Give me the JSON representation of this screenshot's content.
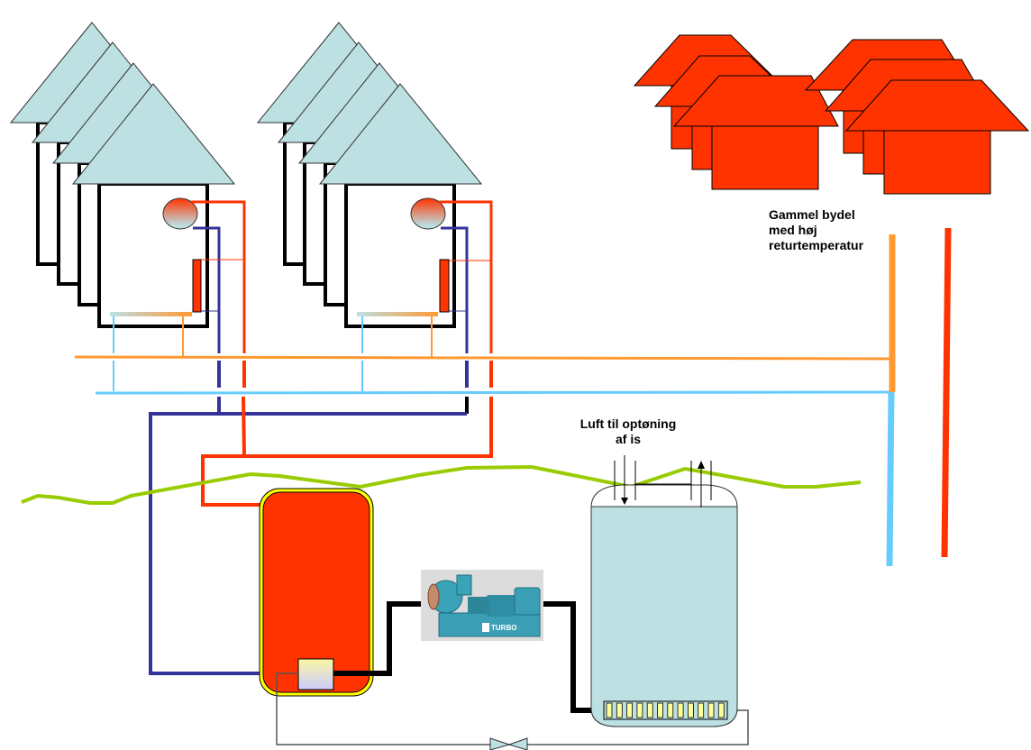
{
  "labels": {
    "old_district": [
      "Gammel bydel",
      "med høj",
      "returtemperatur"
    ],
    "air_for_deicing": [
      "Luft til optøning",
      "af is"
    ],
    "pump_brand": "TURBO"
  },
  "colors": {
    "roof_blue": "#bde0e3",
    "house_red": "#ff3300",
    "pipe_orange": "#ff9933",
    "pipe_lightblue": "#66ccff",
    "pipe_navy": "#333399",
    "pipe_red": "#ff3300",
    "ground_green": "#99cc00",
    "tank_yellow": "#ffff00",
    "ice_tank": "#bde0e3",
    "pump_teal": "#3a9fb5"
  },
  "components": {
    "house_groups": [
      "low-temp-house-group-1",
      "low-temp-house-group-2",
      "old-district-group-1",
      "old-district-group-2"
    ],
    "storage_tank": "heat-storage-tank",
    "heat_pump": "turbo-compressor",
    "ice_tank": "ice-storage-tank",
    "valve": "expansion-valve"
  }
}
